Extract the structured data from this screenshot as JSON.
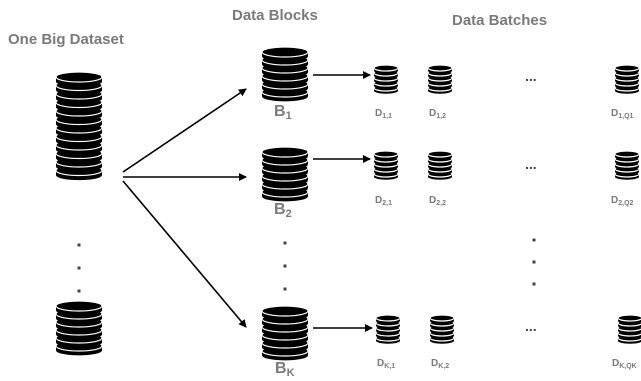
{
  "headers": {
    "dataset": "One Big Dataset",
    "blocks": "Data Blocks",
    "batches": "Data Batches"
  },
  "blocks": [
    {
      "main": "B",
      "sub": "1"
    },
    {
      "main": "B",
      "sub": "2"
    },
    {
      "main": "B",
      "sub": "K"
    }
  ],
  "batches": [
    [
      {
        "main": "D",
        "sub": "1,1"
      },
      {
        "main": "D",
        "sub": "1,2"
      },
      {
        "main": "D",
        "sub": "1,Q1"
      }
    ],
    [
      {
        "main": "D",
        "sub": "2,1"
      },
      {
        "main": "D",
        "sub": "2,2"
      },
      {
        "main": "D",
        "sub": "2,Q2"
      }
    ],
    [
      {
        "main": "D",
        "sub": "K,1"
      },
      {
        "main": "D",
        "sub": "K,2"
      },
      {
        "main": "D",
        "sub": "K,QK"
      }
    ]
  ],
  "ellipsis": "...",
  "colors": {
    "ink": "#000000",
    "label": "#7a7a7a",
    "ellipsis": "#444444"
  }
}
